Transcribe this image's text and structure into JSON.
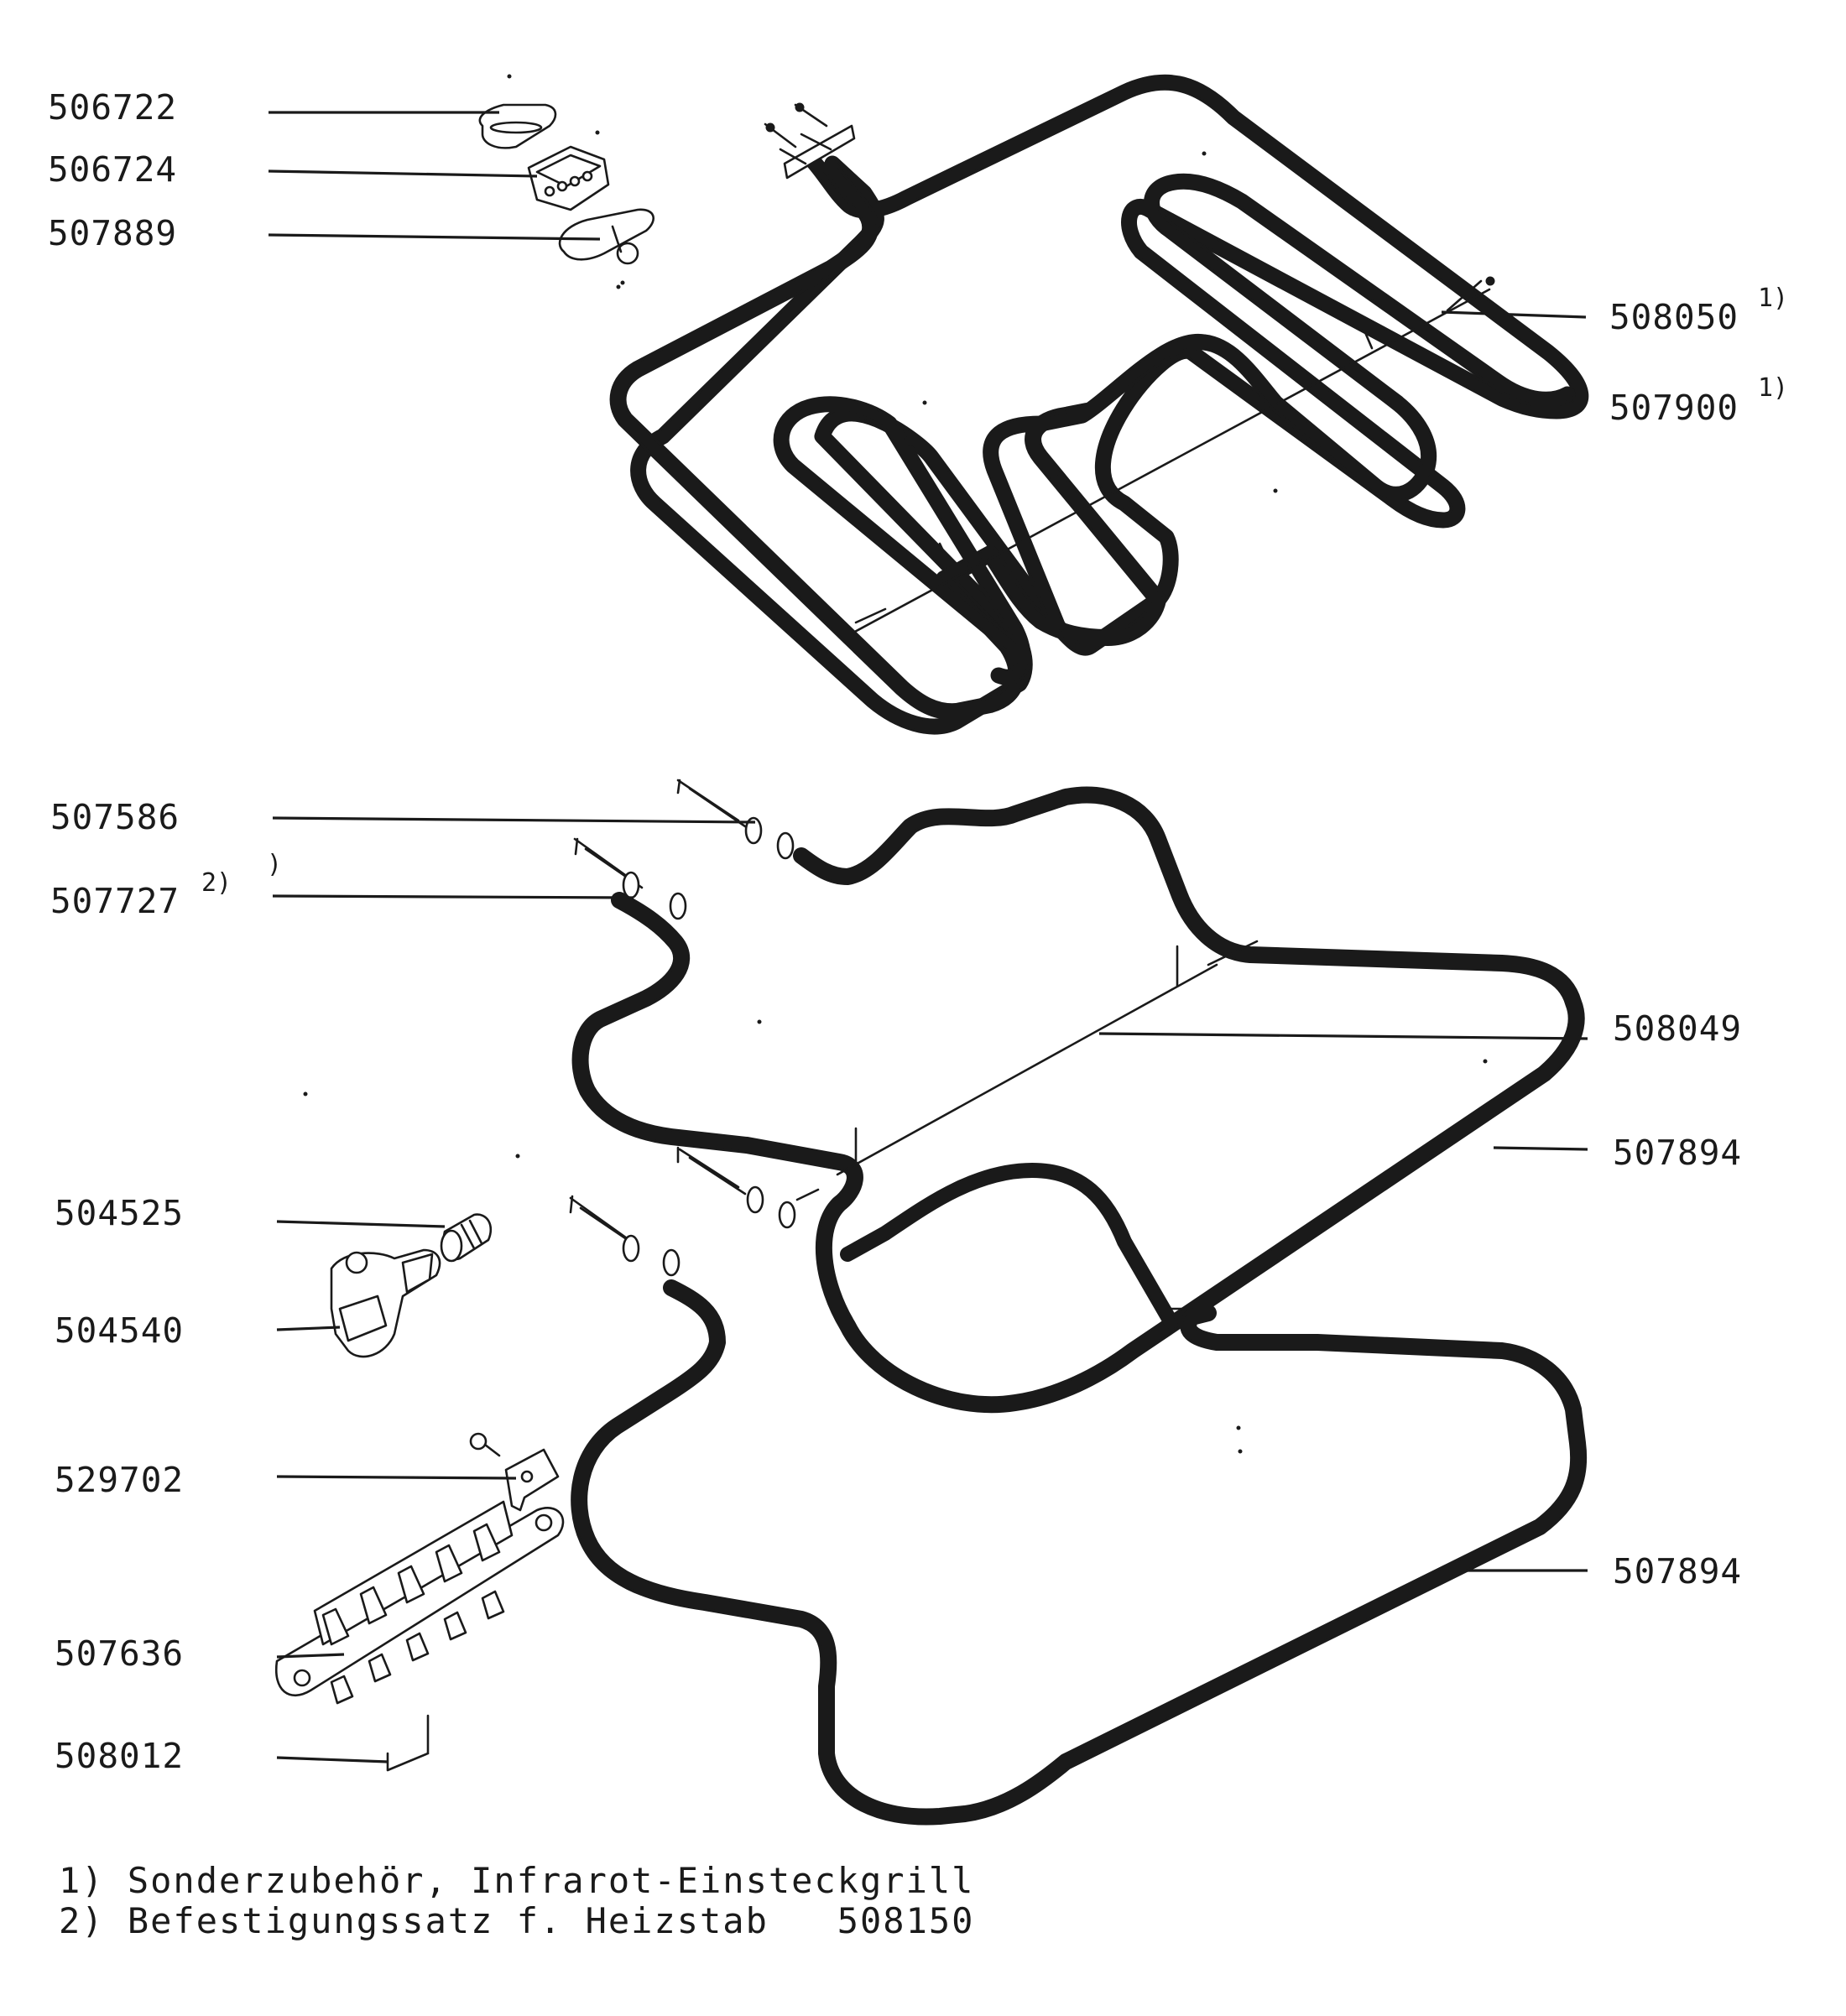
{
  "labels": {
    "l506722": "506722",
    "l506724": "506724",
    "l507889": "507889",
    "l508050": "508050",
    "l508050_sup": "1)",
    "l507900": "507900",
    "l507900_sup": "1)",
    "l507586": "507586",
    "l507727": "507727",
    "l507727_sup": "2)",
    "l507727_extra": ")",
    "l508049": "508049",
    "l507894_a": "507894",
    "l504525": "504525",
    "l504540": "504540",
    "l529702": "529702",
    "l507894_b": "507894",
    "l507636": "507636",
    "l508012": "508012"
  },
  "notes": {
    "n1": "1) Sonderzubehör, Infrarot-Einsteckgrill",
    "n2": "2) Befestigungssatz f. Heizstab   508150"
  }
}
